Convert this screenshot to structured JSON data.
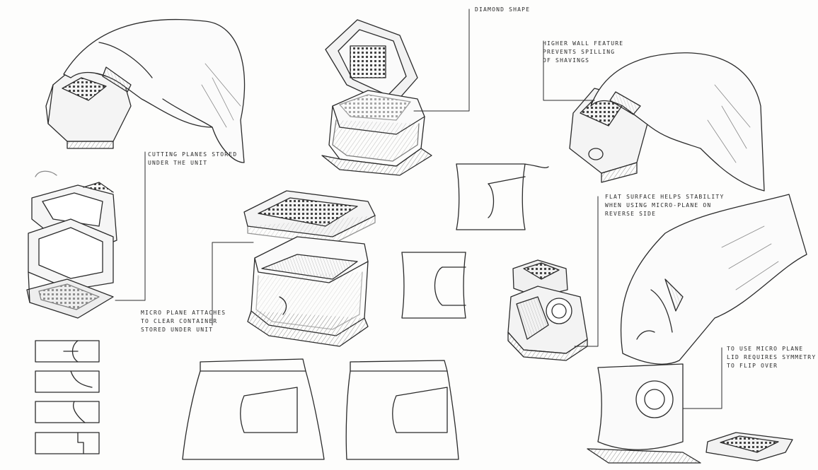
{
  "annotations": {
    "diamond_shape": [
      "DIAMOND SHAPE"
    ],
    "higher_wall": [
      "HIGHER WALL FEATURE",
      "PREVENTS SPILLING",
      "OF SHAVINGS"
    ],
    "cutting_planes": [
      "CUTTING PLANES STORED",
      "UNDER THE UNIT"
    ],
    "flat_surface": [
      "FLAT SURFACE HELPS STABILITY",
      "WHEN USING MICRO-PLANE ON",
      "REVERSE SIDE"
    ],
    "micro_plane_attaches": [
      "MICRO PLANE ATTACHES",
      "TO CLEAR CONTAINER",
      "STORED UNDER UNIT"
    ],
    "to_use_micro_plane": [
      "TO USE MICRO PLANE",
      "LID REQUIRES SYMMETRY",
      "TO FLIP OVER"
    ]
  },
  "style": {
    "paper": "#fdfdfc",
    "ink": "#2b2b2b",
    "shade": "#8a8a8a"
  }
}
